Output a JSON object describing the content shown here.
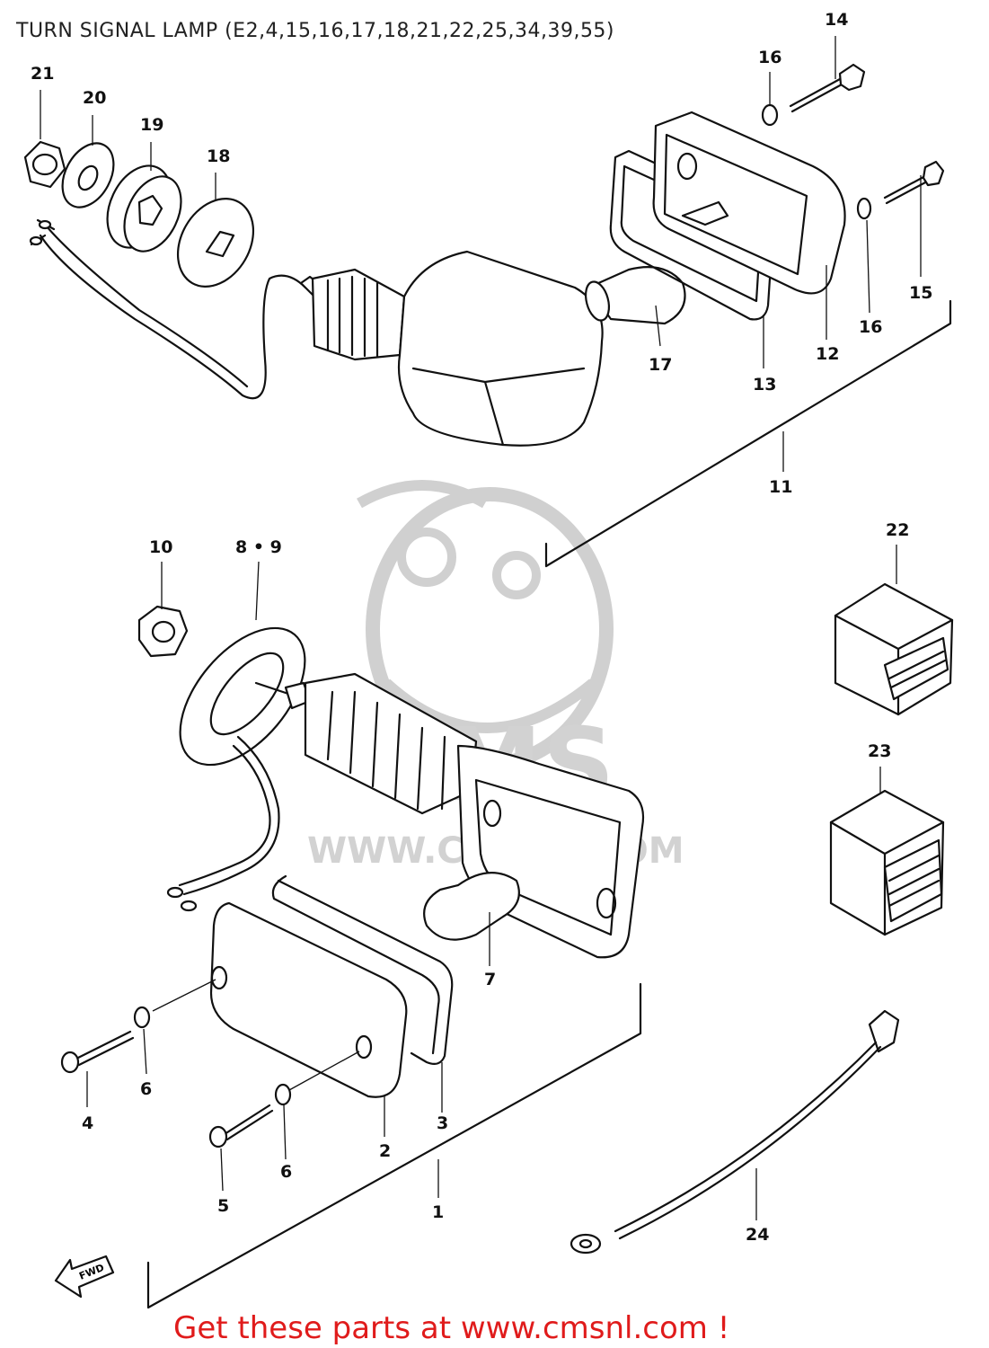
{
  "title": "TURN SIGNAL LAMP (E2,4,15,16,17,18,21,22,25,34,39,55)",
  "footer_link": "Get these parts at www.cmsnl.com !",
  "watermark": {
    "logo_text": "CMS",
    "url_text": "WWW.CMSNL.COM"
  },
  "fwd_label": "FWD",
  "colors": {
    "footer": "#e01b1b",
    "line": "#111111",
    "watermark": "#d0d0d0"
  },
  "part_labels": {
    "p1": "1",
    "p2": "2",
    "p3": "3",
    "p4": "4",
    "p5": "5",
    "p6a": "6",
    "p6b": "6",
    "p7": "7",
    "p89": "8 • 9",
    "p10": "10",
    "p11": "11",
    "p12": "12",
    "p13": "13",
    "p14": "14",
    "p15": "15",
    "p16a": "16",
    "p16b": "16",
    "p17": "17",
    "p18": "18",
    "p19": "19",
    "p20": "20",
    "p21": "21",
    "p22": "22",
    "p23": "23",
    "p24": "24"
  }
}
